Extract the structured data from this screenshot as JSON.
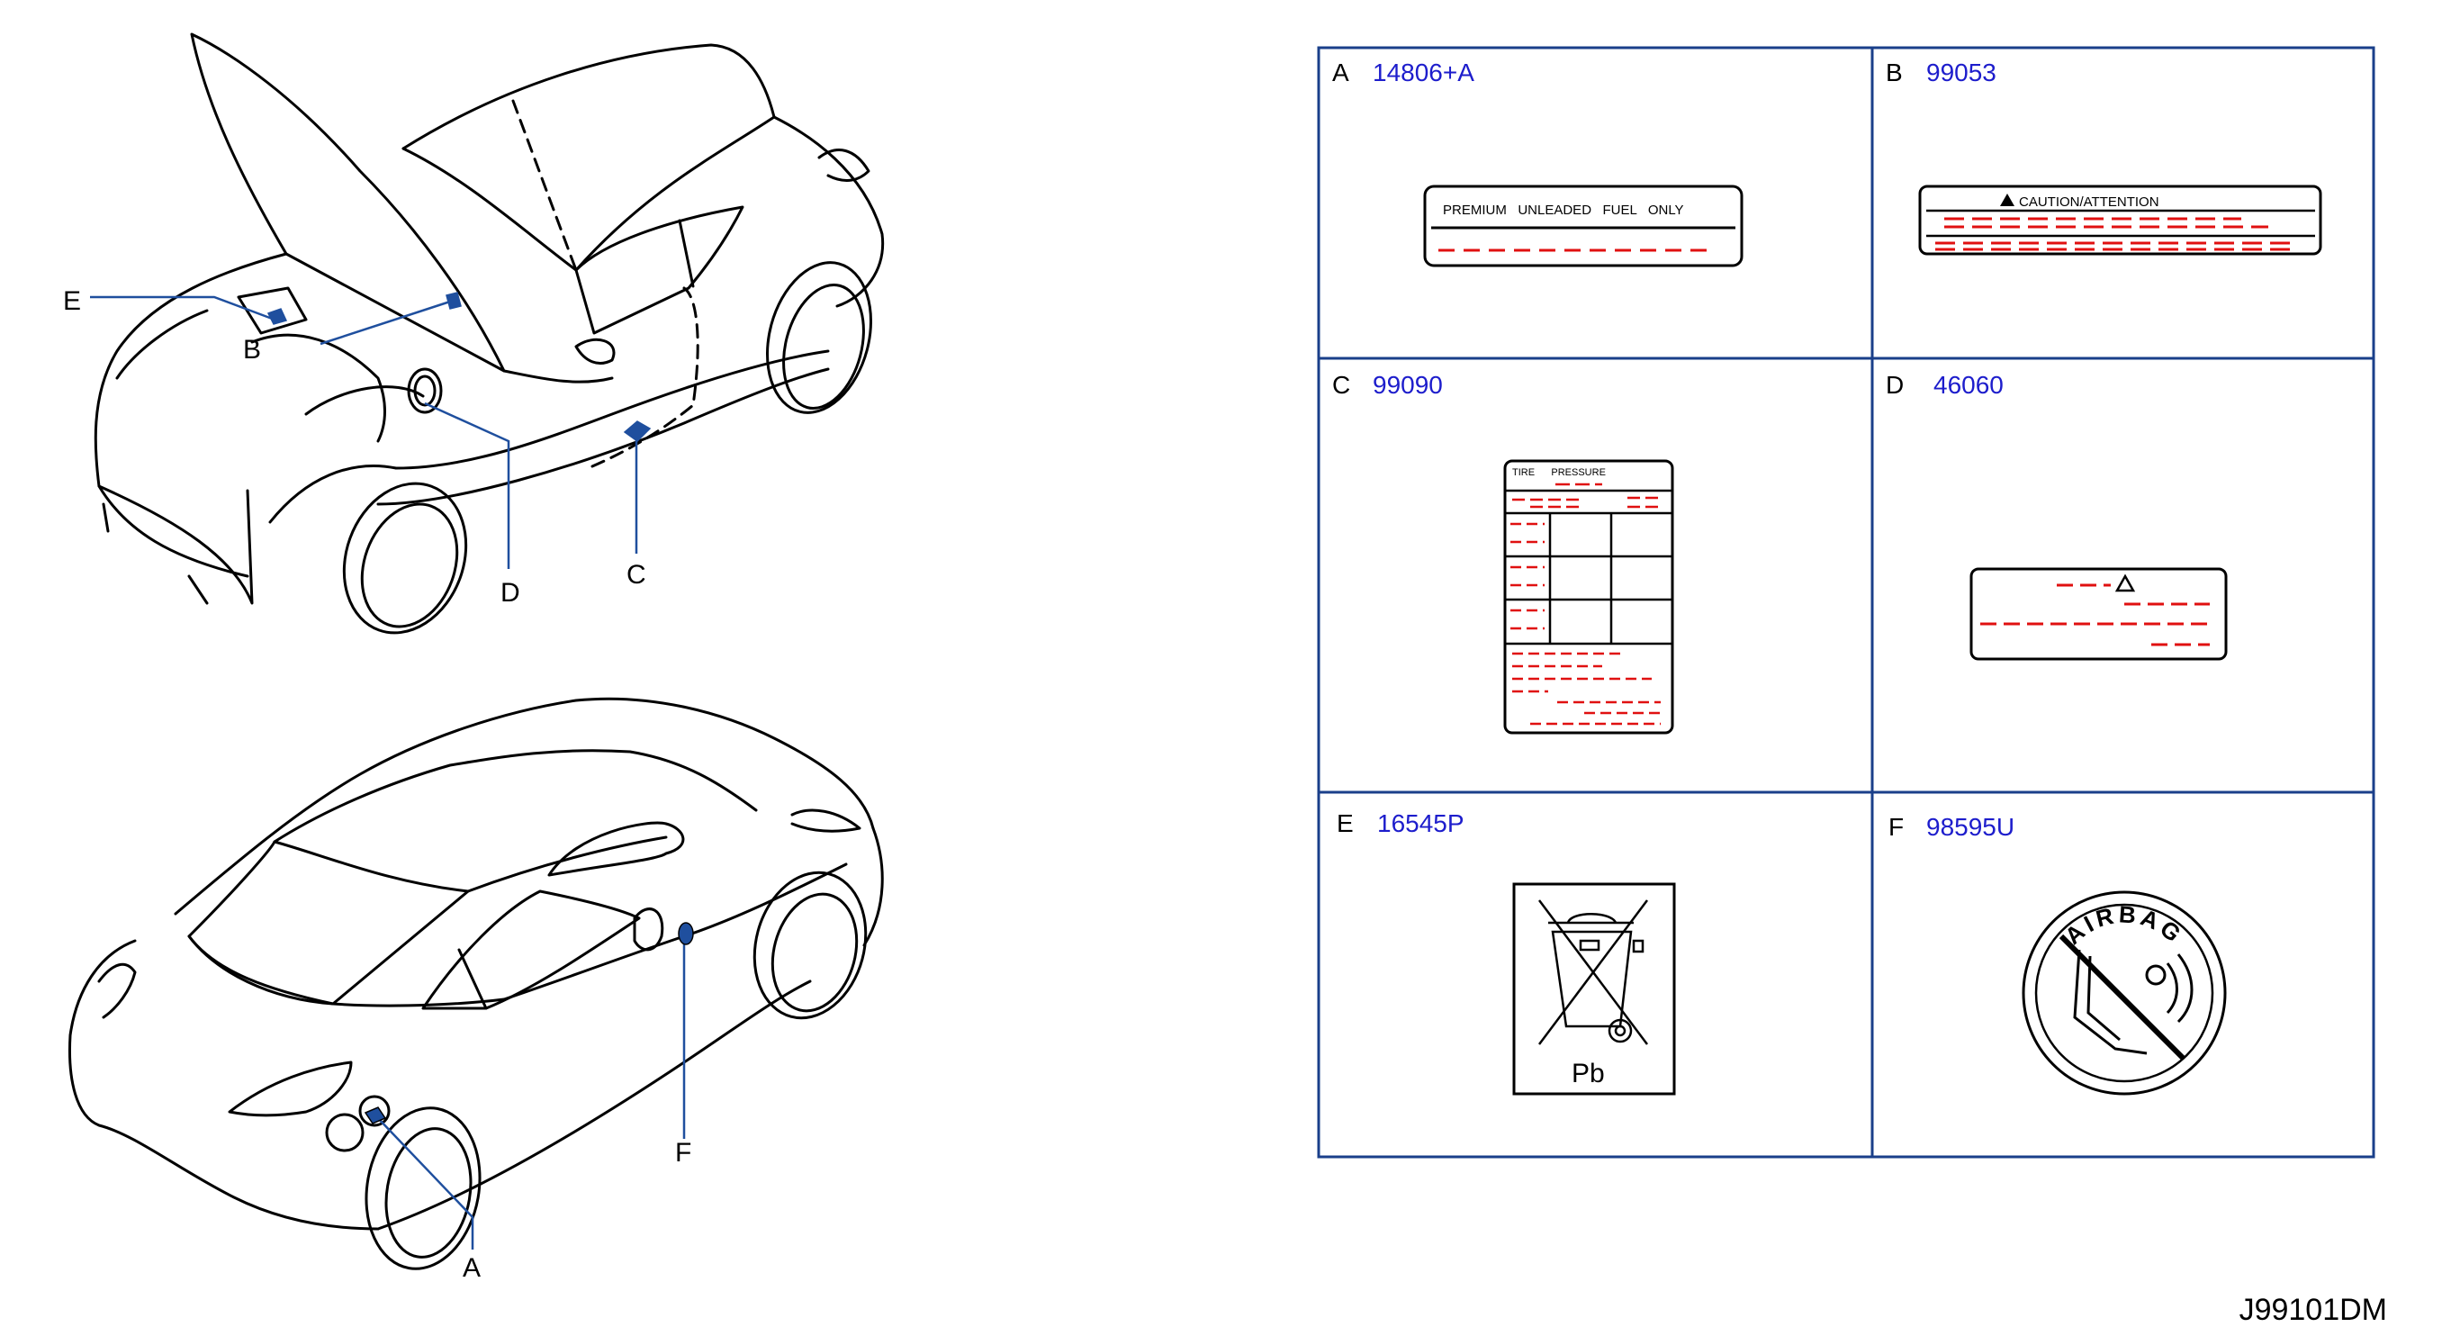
{
  "diagram": {
    "callouts": {
      "top_car": [
        "E",
        "B",
        "D",
        "C"
      ],
      "bottom_car": [
        "A",
        "F"
      ]
    },
    "panels": [
      {
        "letter": "A",
        "part_number": "14806+A",
        "label_text": "PREMIUM   UNLEADED   FUEL   ONLY"
      },
      {
        "letter": "B",
        "part_number": "99053",
        "label_text": "CAUTION/ATTENTION"
      },
      {
        "letter": "C",
        "part_number": "99090",
        "label_text": "TIRE      PRESSURE"
      },
      {
        "letter": "D",
        "part_number": "46060"
      },
      {
        "letter": "E",
        "part_number": "16545P",
        "label_text": "Pb"
      },
      {
        "letter": "F",
        "part_number": "98595U",
        "label_text": "AIRBAG"
      }
    ],
    "drawing_code": "J99101DM"
  },
  "colors": {
    "frame": "#1a3f8a",
    "part_number": "#1d1dcc",
    "dash": "#e01010",
    "marker": "#1f4f9e"
  }
}
